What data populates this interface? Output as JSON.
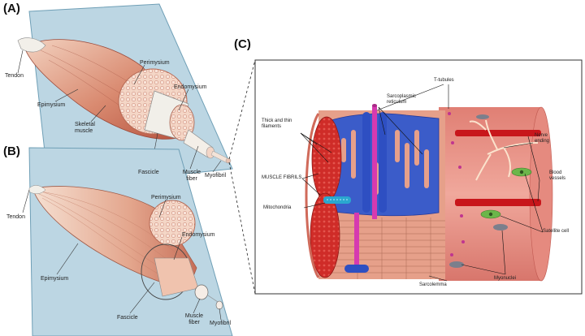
{
  "panels": {
    "a": {
      "letter": "(A)",
      "labels": {
        "tendon": "Tendon",
        "perimysium": "Perimysium",
        "endomysium": "Endomysium",
        "epimysium": "Epimysium",
        "skeletal_muscle": "Skeletal muscle",
        "fascicle": "Fascicle",
        "muscle_fiber": "Muscle fiber",
        "myofibril": "Myofibril"
      }
    },
    "b": {
      "letter": "(B)",
      "labels": {
        "tendon": "Tendon",
        "perimysium": "Perimysium",
        "endomysium": "Endomysium",
        "epimysium": "Epimysium",
        "fascicle": "Fascicle",
        "muscle_fiber": "Muscle fiber",
        "myofibril": "Myofibril"
      }
    },
    "c": {
      "letter": "(C)",
      "labels": {
        "t_tubules": "T-tubules",
        "sarcoplasmic_reticulum": "Sarcoplasmic reticulum",
        "thick_thin_filaments": "Thick and thin filaments",
        "muscle_fibrils": "MUSCLE FIBRILS",
        "mitochondria": "Mitochondria",
        "nerve_ending": "Nerve ending",
        "blood_vessels": "Blood vessels",
        "satellite_cell": "Satellite cell",
        "myonuclei": "Myonuclei",
        "sarcolemma": "Sarcolemma"
      }
    }
  },
  "colors": {
    "plane": "#bcd6e3",
    "plane_edge": "#6f9fb6",
    "muscle": "#c96f5a",
    "muscle_light": "#f1c9b5",
    "fibril_red": "#d9322a",
    "reticulum_blue": "#3b5cc9",
    "t_tubule_magenta": "#d63ab0",
    "sarcolemma_pink": "#e8a2a0",
    "nerve": "#f6dcc4",
    "satellite_green": "#6bb64a",
    "nucleus_gray": "#7b7f8c"
  }
}
